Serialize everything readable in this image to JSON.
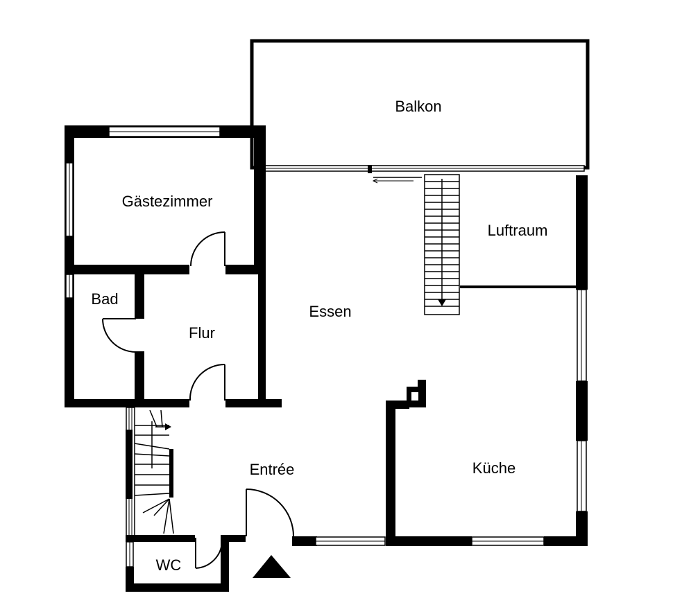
{
  "floor_plan": {
    "rooms": [
      {
        "key": "balkon",
        "label": "Balkon"
      },
      {
        "key": "gaestezimmer",
        "label": "Gästezimmer"
      },
      {
        "key": "luftraum",
        "label": "Luftraum"
      },
      {
        "key": "bad",
        "label": "Bad"
      },
      {
        "key": "essen",
        "label": "Essen"
      },
      {
        "key": "flur",
        "label": "Flur"
      },
      {
        "key": "entree",
        "label": "Entrée"
      },
      {
        "key": "kueche",
        "label": "Küche"
      },
      {
        "key": "wc",
        "label": "WC"
      }
    ]
  }
}
